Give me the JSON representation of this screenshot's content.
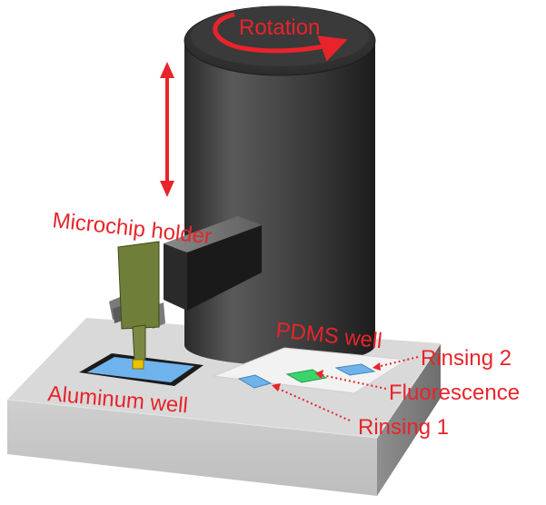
{
  "labels": {
    "rotation": "Rotation",
    "microchip_holder": "Microchip holder",
    "aluminum_well": "Aluminum well",
    "pdms_well": "PDMS well",
    "rinsing_2": "Rinsing 2",
    "fluorescence": "Fluorescence",
    "rinsing_1": "Rinsing 1"
  },
  "colors": {
    "label": "#e8242a",
    "cylinder_dark": "#3a3a3a",
    "base_top": "#d9d9d9",
    "aluminum_well_fill": "#6fb3ec",
    "fluorescence_well_fill": "#3bd46a",
    "microchip_green": "#6f7f3a"
  }
}
